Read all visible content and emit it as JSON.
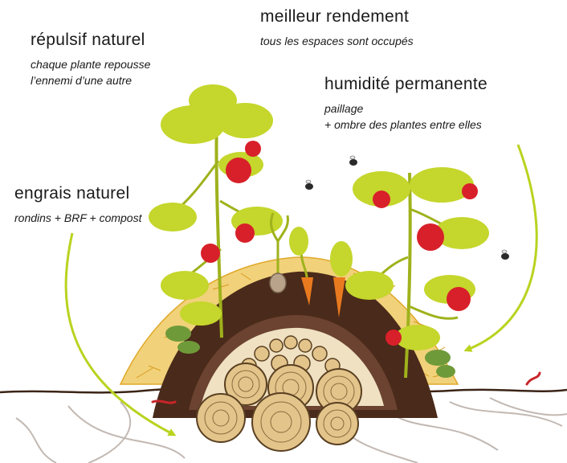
{
  "labels": {
    "repulsif": {
      "title": "répulsif naturel",
      "lines": [
        "chaque plante repousse",
        "l’ennemi d’une autre"
      ]
    },
    "rendement": {
      "title": "meilleur rendement",
      "lines": [
        "tous les espaces sont occupés"
      ]
    },
    "humidite": {
      "title": "humidité permanente",
      "lines": [
        "paillage",
        "+ ombre des plantes entre elles"
      ]
    },
    "engrais": {
      "title": "engrais naturel",
      "lines": [
        "rondins + BRF + compost"
      ]
    }
  },
  "icons": [
    "tomato-plant-icon",
    "carrot-icon",
    "onion-icon",
    "bee-icon",
    "worm-icon",
    "log-icon",
    "arrow-icon"
  ],
  "colors": {
    "leaf": "#c5d62c",
    "leaf_dark": "#9fb21c",
    "tomato": "#d8202a",
    "soil": "#4a2a1a",
    "soil_dark": "#3a2014",
    "wood": "#e3c48a",
    "wood_ring": "#5a4022",
    "mulch": "#e8b93a",
    "carrot": "#ea7a1f",
    "arrow": "#b9d31f",
    "root": "#bdb3ad"
  }
}
